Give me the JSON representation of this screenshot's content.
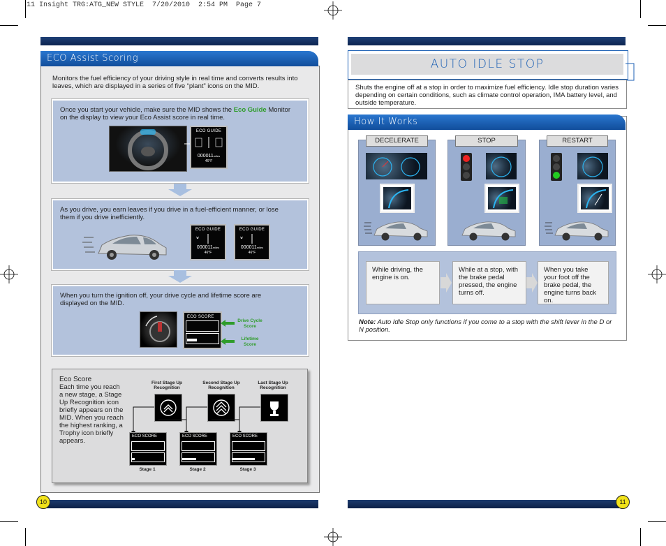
{
  "print_header": "11 Insight TRG:ATG_NEW STYLE  7/20/2010  2:54 PM  Page 7",
  "left_page": {
    "section_title": "ECO Assist Scoring",
    "intro": "Monitors the fuel efficiency of your driving style in real time and converts results into leaves, which are displayed in a series of five “plant” icons on the MID.",
    "box1_text_a": "Once you start your vehicle, make sure the MID shows the",
    "box1_highlight": "Eco Guide",
    "box1_text_b": "Monitor on the display to view your Eco Assist score in real time.",
    "box2_text": "As you drive, you earn leaves if you drive in a fuel-efficient manner, or lose them if you drive inefficiently.",
    "box3_text": "When you turn the ignition off, your drive cycle and lifetime score are displayed on the MID.",
    "mid_eco_guide_title": "ECO GUIDE",
    "mid_odo": "000011",
    "mid_odo_unit": "miles",
    "mid_temp": "46°F",
    "mid_eco_score_title": "ECO SCORE",
    "drive_cycle_label": "Drive Cycle Score",
    "lifetime_label": "Lifetime Score",
    "eco_score_title": "Eco Score",
    "eco_score_text": "Each time you reach a new stage, a Stage Up Recognition icon briefly appears on the MID. When you reach the highest ranking, a Trophy icon briefly appears.",
    "stages": [
      {
        "recognition": "First Stage Up Recognition",
        "label": "Stage 1"
      },
      {
        "recognition": "Second Stage Up Recognition",
        "label": "Stage 2"
      },
      {
        "recognition": "Last Stage Up Recognition",
        "label": "Stage 3"
      }
    ],
    "page_number": "10"
  },
  "right_page": {
    "title": "AUTO IDLE STOP",
    "intro": "Shuts the engine off at a stop in order to maximize fuel efficiency. Idle stop duration varies depending on certain conditions, such as climate control operation, IMA battery level, and outside temperature.",
    "how_title": "How It Works",
    "phases": [
      {
        "label": "DECELERATE",
        "step": "While driving, the engine is on."
      },
      {
        "label": "STOP",
        "step": "While at a stop, with the brake pedal pressed, the engine turns off."
      },
      {
        "label": "RESTART",
        "step": "When you take your foot off the brake pedal, the engine turns back on."
      }
    ],
    "note_label": "Note:",
    "note_text": "Auto Idle Stop only functions if you come to a stop with the shift lever in the D or N position.",
    "page_number": "11"
  },
  "colors": {
    "accent_blue": "#1b5fb4",
    "navy": "#0d2550",
    "eco_green": "#2f9c2a",
    "box_blue": "#b3c2dc",
    "page_num_yellow": "#f1e21a"
  }
}
